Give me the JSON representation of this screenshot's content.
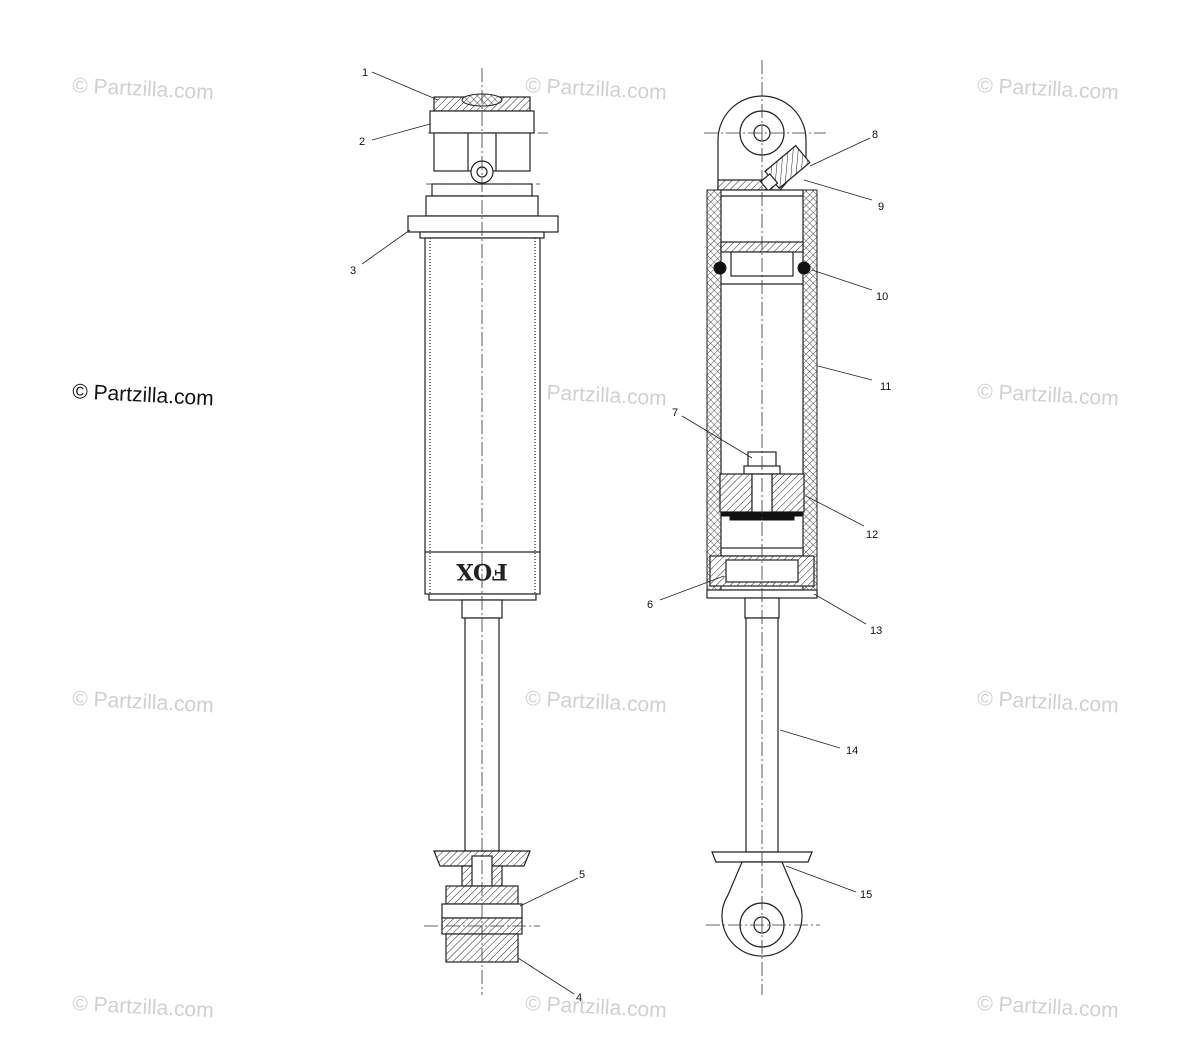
{
  "watermark": {
    "text": "© Partzilla.com",
    "color": "#d0d0d0",
    "prominent_color": "#111111"
  },
  "logo_text": "FOX",
  "callouts": [
    "1",
    "2",
    "3",
    "4",
    "5",
    "6",
    "7",
    "8",
    "9",
    "10",
    "11",
    "12",
    "13",
    "14",
    "15"
  ]
}
